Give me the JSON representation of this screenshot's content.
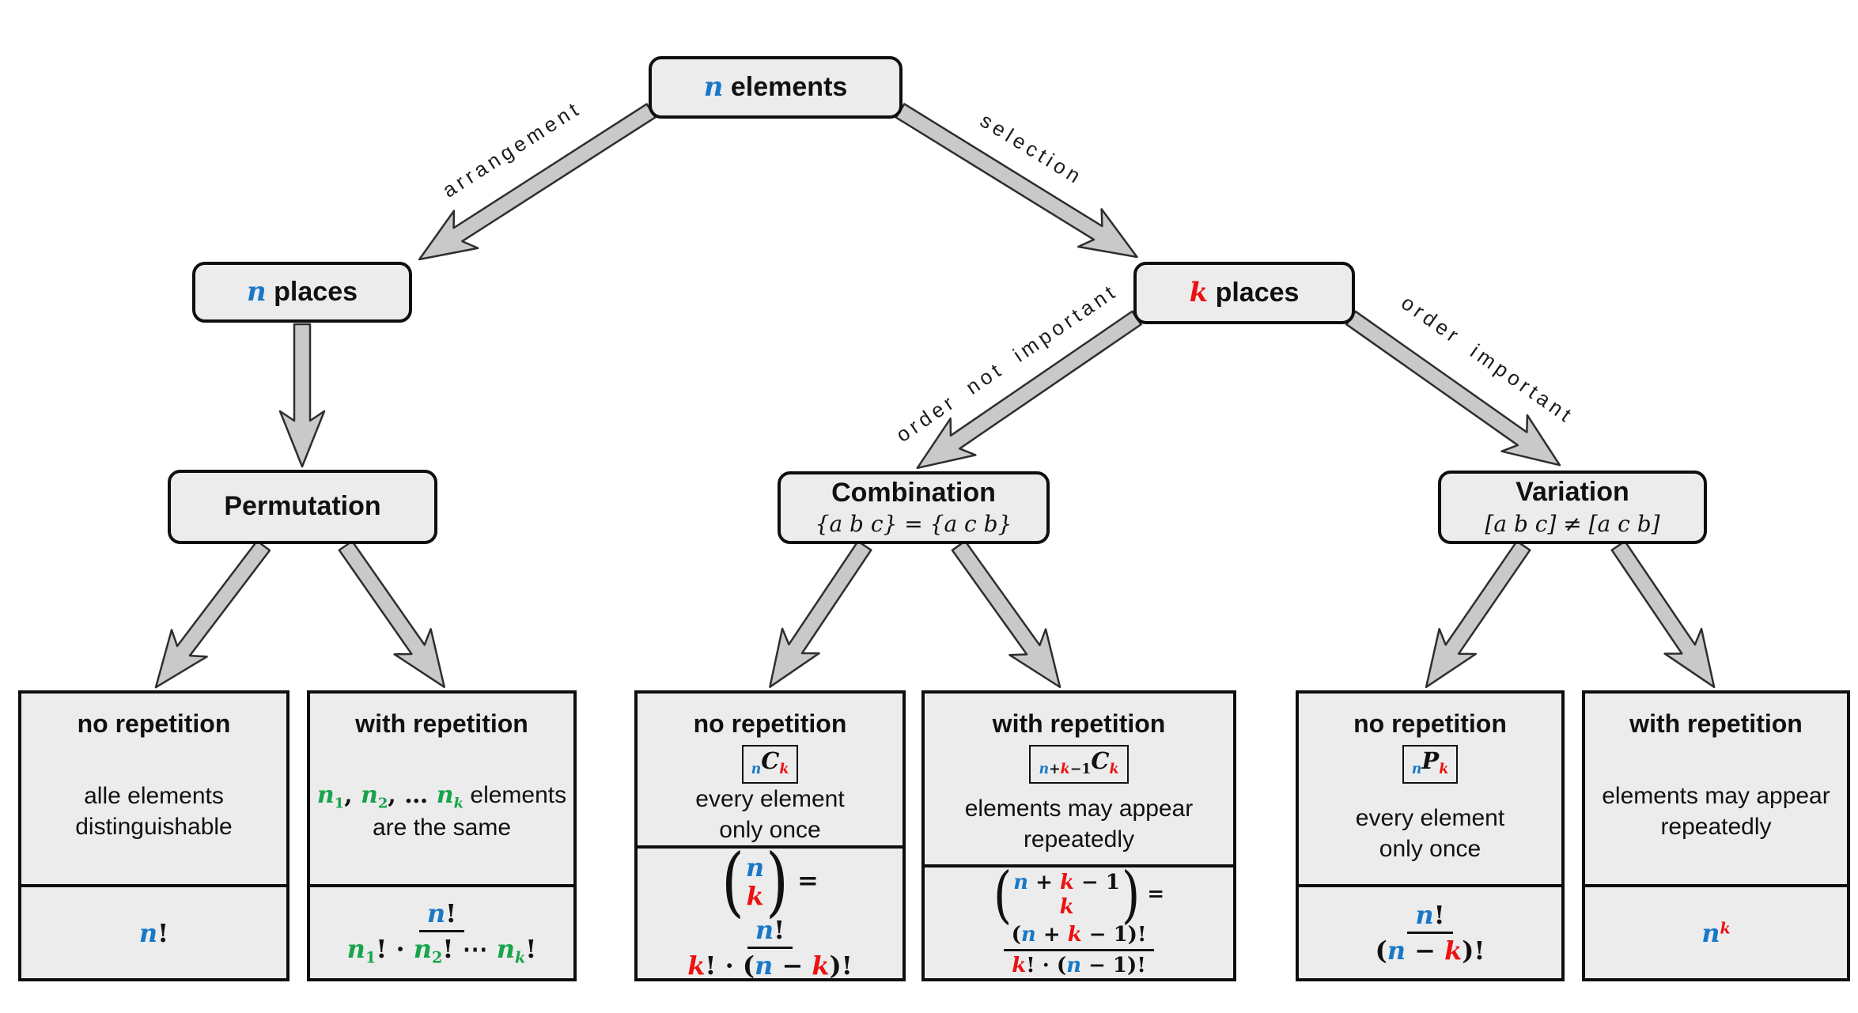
{
  "colors": {
    "blue": "#1878c8",
    "red": "#ed1111",
    "green": "#17a44a",
    "box_fill": "#ececec",
    "arrow_fill": "#c9c9c9"
  },
  "nodes": {
    "root": {
      "var": "n",
      "label": "elements"
    },
    "places_n": {
      "var": "n",
      "label": "places"
    },
    "places_k": {
      "var": "k",
      "label": "places"
    },
    "permutation": {
      "title": "Permutation"
    },
    "combination": {
      "title": "Combination",
      "subtitle": "{a b c} = {a c b}"
    },
    "variation": {
      "title": "Variation",
      "subtitle": "[a b c] ≠ [a c b]"
    }
  },
  "edges": {
    "arrangement": "arrangement",
    "selection": "selection",
    "order_not_important": "order not important",
    "order_important": "order important"
  },
  "leaves": [
    {
      "header": "no repetition",
      "desc": [
        [
          {
            "t": "alle elements",
            "c": "t"
          }
        ],
        [
          {
            "t": "distinguishable",
            "c": "t"
          }
        ]
      ],
      "formula": [
        {
          "t": "n",
          "c": "b",
          "it": 1
        },
        {
          "t": "!",
          "c": "k"
        }
      ]
    },
    {
      "header": "with repetition",
      "desc": [
        [
          {
            "t": "n",
            "c": "g",
            "it": 1
          },
          {
            "t": "1",
            "c": "g",
            "v": "sub"
          },
          {
            "t": ", ",
            "c": "k"
          },
          {
            "t": "n",
            "c": "g",
            "it": 1
          },
          {
            "t": "2",
            "c": "g",
            "v": "sub"
          },
          {
            "t": ", … ",
            "c": "k"
          },
          {
            "t": "n",
            "c": "g",
            "it": 1
          },
          {
            "t": "k",
            "c": "g",
            "it": 1,
            "v": "sub"
          },
          {
            "t": " elements",
            "c": "t"
          }
        ],
        [
          {
            "t": "are the same",
            "c": "t"
          }
        ]
      ],
      "formula": [
        {
          "f": "frac",
          "num": [
            {
              "t": "n",
              "c": "b",
              "it": 1
            },
            {
              "t": "!",
              "c": "k"
            }
          ],
          "den": [
            {
              "t": "n",
              "c": "g",
              "it": 1
            },
            {
              "t": "1",
              "c": "g",
              "v": "sub"
            },
            {
              "t": "! · ",
              "c": "k"
            },
            {
              "t": "n",
              "c": "g",
              "it": 1
            },
            {
              "t": "2",
              "c": "g",
              "v": "sub"
            },
            {
              "t": "! ⋯ ",
              "c": "k"
            },
            {
              "t": "n",
              "c": "g",
              "it": 1
            },
            {
              "t": "k",
              "c": "g",
              "it": 1,
              "v": "sub"
            },
            {
              "t": "!",
              "c": "k"
            }
          ]
        }
      ]
    },
    {
      "header": "no repetition",
      "badge": [
        {
          "t": "n",
          "c": "b",
          "it": 1,
          "v": "sub"
        },
        {
          "t": "C",
          "c": "k",
          "it": 1
        },
        {
          "t": "k",
          "c": "r",
          "it": 1,
          "v": "sub"
        }
      ],
      "desc": [
        [
          {
            "t": "every element",
            "c": "t"
          }
        ],
        [
          {
            "t": "only once",
            "c": "t"
          }
        ]
      ],
      "formula": [
        {
          "f": "binom",
          "top": [
            {
              "t": "n",
              "c": "b",
              "it": 1
            }
          ],
          "bot": [
            {
              "t": "k",
              "c": "r",
              "it": 1
            }
          ]
        },
        {
          "t": " = ",
          "c": "k"
        },
        {
          "f": "frac",
          "num": [
            {
              "t": "n",
              "c": "b",
              "it": 1
            },
            {
              "t": "!",
              "c": "k"
            }
          ],
          "den": [
            {
              "t": "k",
              "c": "r",
              "it": 1
            },
            {
              "t": "! · (",
              "c": "k"
            },
            {
              "t": "n",
              "c": "b",
              "it": 1
            },
            {
              "t": " − ",
              "c": "k"
            },
            {
              "t": "k",
              "c": "r",
              "it": 1
            },
            {
              "t": ")!",
              "c": "k"
            }
          ]
        }
      ]
    },
    {
      "header": "with repetition",
      "badge": [
        {
          "t": "n",
          "c": "b",
          "it": 1,
          "v": "sub"
        },
        {
          "t": "+",
          "c": "k",
          "v": "sub"
        },
        {
          "t": "k",
          "c": "r",
          "it": 1,
          "v": "sub"
        },
        {
          "t": "−1",
          "c": "k",
          "v": "sub"
        },
        {
          "t": "C",
          "c": "k",
          "it": 1
        },
        {
          "t": "k",
          "c": "r",
          "it": 1,
          "v": "sub"
        }
      ],
      "desc": [
        [
          {
            "t": "elements may appear",
            "c": "t"
          }
        ],
        [
          {
            "t": "repeatedly",
            "c": "t"
          }
        ]
      ],
      "formula": [
        {
          "f": "binom",
          "top": [
            {
              "t": "n",
              "c": "b",
              "it": 1
            },
            {
              "t": " + ",
              "c": "k"
            },
            {
              "t": "k",
              "c": "r",
              "it": 1
            },
            {
              "t": " − 1",
              "c": "k"
            }
          ],
          "bot": [
            {
              "t": "k",
              "c": "r",
              "it": 1
            }
          ]
        },
        {
          "t": " = ",
          "c": "k"
        },
        {
          "f": "frac",
          "num": [
            {
              "t": "(",
              "c": "k"
            },
            {
              "t": "n",
              "c": "b",
              "it": 1
            },
            {
              "t": " + ",
              "c": "k"
            },
            {
              "t": "k",
              "c": "r",
              "it": 1
            },
            {
              "t": " − 1)!",
              "c": "k"
            }
          ],
          "den": [
            {
              "t": "k",
              "c": "r",
              "it": 1
            },
            {
              "t": "! · (",
              "c": "k"
            },
            {
              "t": "n",
              "c": "b",
              "it": 1
            },
            {
              "t": " − 1)!",
              "c": "k"
            }
          ]
        }
      ]
    },
    {
      "header": "no repetition",
      "badge": [
        {
          "t": "n",
          "c": "b",
          "it": 1,
          "v": "sub"
        },
        {
          "t": "P",
          "c": "k",
          "it": 1
        },
        {
          "t": "k",
          "c": "r",
          "it": 1,
          "v": "sub"
        }
      ],
      "desc": [
        [
          {
            "t": "every element",
            "c": "t"
          }
        ],
        [
          {
            "t": "only once",
            "c": "t"
          }
        ]
      ],
      "formula": [
        {
          "f": "frac",
          "num": [
            {
              "t": "n",
              "c": "b",
              "it": 1
            },
            {
              "t": "!",
              "c": "k"
            }
          ],
          "den": [
            {
              "t": "(",
              "c": "k"
            },
            {
              "t": "n",
              "c": "b",
              "it": 1
            },
            {
              "t": " − ",
              "c": "k"
            },
            {
              "t": "k",
              "c": "r",
              "it": 1
            },
            {
              "t": ")!",
              "c": "k"
            }
          ]
        }
      ]
    },
    {
      "header": "with repetition",
      "desc": [
        [
          {
            "t": "elements may appear",
            "c": "t"
          }
        ],
        [
          {
            "t": "repeatedly",
            "c": "t"
          }
        ]
      ],
      "formula": [
        {
          "t": "n",
          "c": "b",
          "it": 1
        },
        {
          "t": "k",
          "c": "r",
          "it": 1,
          "v": "sup"
        }
      ]
    }
  ]
}
